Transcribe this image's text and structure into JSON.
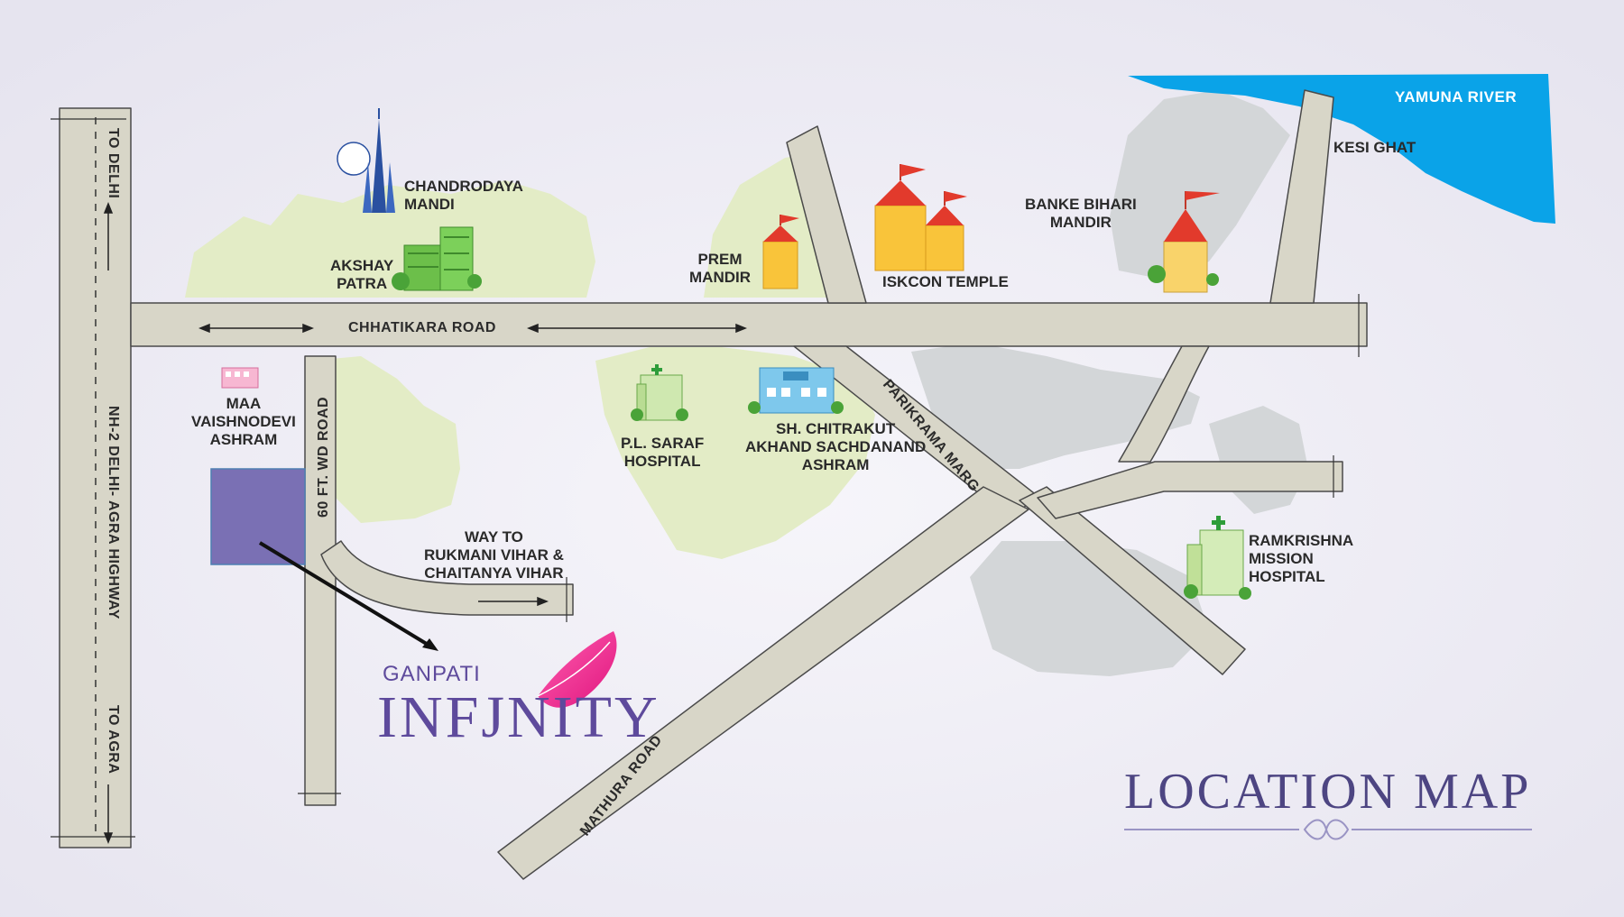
{
  "colors": {
    "background": "#ebe9f3",
    "road_fill": "#d8d6c8",
    "road_edge": "#4a4a4a",
    "river": "#0aa3e8",
    "green_area": "#e3ecc6",
    "grey_area": "#d4d6d8",
    "site_plot": "#7a70b4",
    "brand": "#5e4a9c"
  },
  "roads": {
    "to_delhi": "TO DELHI",
    "nh2": "NH-2 DELHI- AGRA HIGHWAY",
    "to_agra": "TO AGRA",
    "chhatikara": "CHHATIKARA ROAD",
    "wd_road": "60 FT. WD ROAD",
    "parikrama": "PARIKRAMA MARG",
    "mathura": "MATHURA ROAD"
  },
  "water": {
    "river": "YAMUNA RIVER"
  },
  "landmarks": {
    "chandrodaya": [
      "CHANDRODAYA",
      "MANDI"
    ],
    "akshay": [
      "AKSHAY",
      "PATRA"
    ],
    "prem": [
      "PREM",
      "MANDIR"
    ],
    "iskcon": "ISKCON TEMPLE",
    "banke": [
      "BANKE BIHARI",
      "MANDIR"
    ],
    "kesi": "KESI GHAT",
    "maa": [
      "MAA",
      "VAISHNODEVI",
      "ASHRAM"
    ],
    "saraf": [
      "P.L. SARAF",
      "HOSPITAL"
    ],
    "chitrakut": [
      "SH. CHITRAKUT",
      "AKHAND SACHDANAND",
      "ASHRAM"
    ],
    "rukmani": [
      "WAY TO",
      "RUKMANI VIHAR &",
      "CHAITANYA VIHAR"
    ],
    "ramkrishna": [
      "RAMKRISHNA",
      "MISSION",
      "HOSPITAL"
    ]
  },
  "icons": {
    "chandrodaya": "temple-spire-icon",
    "akshay": "green-building-icon",
    "prem": "temple-icon",
    "iskcon": "temple-icon",
    "banke": "temple-icon",
    "maa": "ashram-building-icon",
    "saraf": "hospital-icon",
    "chitrakut": "ashram-building-icon",
    "ramkrishna": "hospital-icon"
  },
  "brand": {
    "small": "GANPATI",
    "big": "INFJNITY"
  },
  "title": "LOCATION MAP"
}
